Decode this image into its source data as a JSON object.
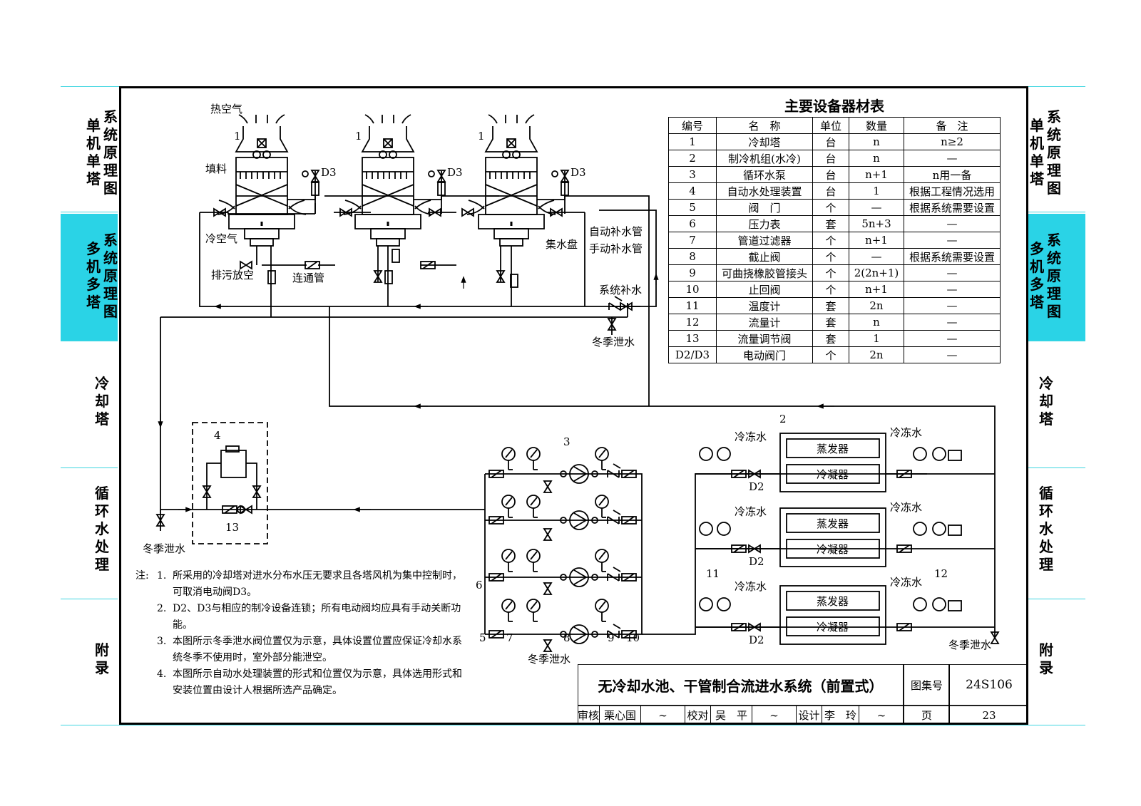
{
  "side_left": [
    {
      "text": "系统原理图",
      "sub": "单机单塔"
    },
    {
      "text": "系统原理图",
      "sub": "多机多塔",
      "active": true
    },
    {
      "text": "冷却塔"
    },
    {
      "text": "循环水处理"
    },
    {
      "text": "附录"
    }
  ],
  "diagram": {
    "labels": {
      "hot_air": "热空气",
      "fill": "填料",
      "cold_air": "冷空气",
      "drain_vent": "排污放空",
      "connect_pipe": "连通管",
      "collect_pan": "集水盘",
      "auto_makeup": "自动补水管",
      "manual_makeup": "手动补水管",
      "system_makeup": "系统补水",
      "winter_drain": "冬季泄水",
      "chilled_water": "冷冻水",
      "evaporator": "蒸发器",
      "condenser": "冷凝器",
      "d2": "D2",
      "d3": "D3"
    },
    "numbers": [
      "1",
      "2",
      "3",
      "4",
      "5",
      "6",
      "7",
      "8",
      "9",
      "10",
      "11",
      "12",
      "13"
    ]
  },
  "table": {
    "title": "主要设备器材表",
    "headers": [
      "编号",
      "名　称",
      "单位",
      "数量",
      "备　注"
    ],
    "rows": [
      [
        "1",
        "冷却塔",
        "台",
        "n",
        "n≥2"
      ],
      [
        "2",
        "制冷机组(水冷)",
        "台",
        "n",
        "—"
      ],
      [
        "3",
        "循环水泵",
        "台",
        "n+1",
        "n用一备"
      ],
      [
        "4",
        "自动水处理装置",
        "台",
        "1",
        "根据工程情况选用"
      ],
      [
        "5",
        "阀　门",
        "个",
        "—",
        "根据系统需要设置"
      ],
      [
        "6",
        "压力表",
        "套",
        "5n+3",
        "—"
      ],
      [
        "7",
        "管道过滤器",
        "个",
        "n+1",
        "—"
      ],
      [
        "8",
        "截止阀",
        "个",
        "—",
        "根据系统需要设置"
      ],
      [
        "9",
        "可曲挠橡胶管接头",
        "个",
        "2(2n+1)",
        "—"
      ],
      [
        "10",
        "止回阀",
        "个",
        "n+1",
        "—"
      ],
      [
        "11",
        "温度计",
        "套",
        "2n",
        "—"
      ],
      [
        "12",
        "流量计",
        "套",
        "n",
        "—"
      ],
      [
        "13",
        "流量调节阀",
        "套",
        "1",
        "—"
      ],
      [
        "D2/D3",
        "电动阀门",
        "个",
        "2n",
        "—"
      ]
    ]
  },
  "notes": {
    "prefix": "注:",
    "items": [
      "所采用的冷却塔对进水分布水压无要求且各塔风机为集中控制时，可取消电动阀D3。",
      "D2、D3与相应的制冷设备连锁；所有电动阀均应具有手动关断功能。",
      "本图所示冬季泄水阀位置仅为示意，具体设置位置应保证冷却水系统冬季不使用时，室外部分能泄空。",
      "本图所示自动水处理装置的形式和位置仅为示意，具体选用形式和安装位置由设计人根据所选产品确定。"
    ]
  },
  "title_block": {
    "title": "无冷却水池、干管制合流进水系统（前置式）",
    "atlas_label": "图集号",
    "atlas_no": "24S106",
    "review_label": "审核",
    "reviewer": "栗心国",
    "check_label": "校对",
    "checker": "吴　平",
    "design_label": "设计",
    "designer": "李　玲",
    "page_label": "页",
    "page_no": "23"
  }
}
